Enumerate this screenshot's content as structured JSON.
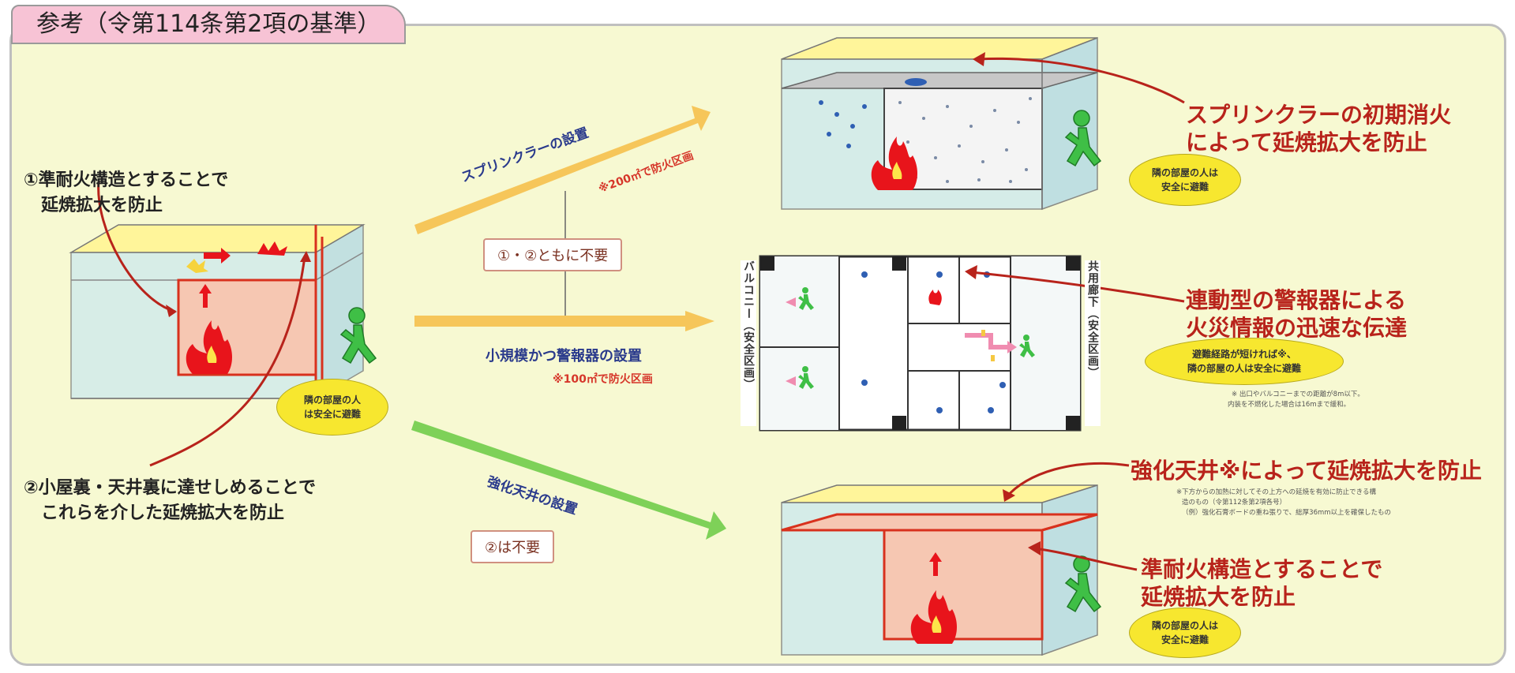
{
  "title": "参考（令第114条第2項の基準）",
  "left": {
    "label1_line1": "①準耐火構造とすることで",
    "label1_line2": "延焼拡大を防止",
    "label2_line1": "②小屋裏・天井裏に達せしめることで",
    "label2_line2": "これらを介した延焼拡大を防止",
    "bubble_line1": "隣の部屋の人",
    "bubble_line2": "は安全に避難"
  },
  "arrows": {
    "sprinkler_label": "スプリンクラーの設置",
    "sprinkler_note": "※200㎡で防火区画",
    "both_unneeded": "①・②ともに不要",
    "alarm_label": "小規模かつ警報器の設置",
    "alarm_note": "※100㎡で防火区画",
    "ceiling_label": "強化天井の設置",
    "ceiling_unneeded": "②は不要"
  },
  "top_right": {
    "caption_line1": "スプリンクラーの初期消火",
    "caption_line2": "によって延焼拡大を防止",
    "bubble_line1": "隣の部屋の人は",
    "bubble_line2": "安全に避難"
  },
  "middle_right": {
    "caption_line1": "連動型の警報器による",
    "caption_line2": "火災情報の迅速な伝達",
    "balcony_label": "バルコニー（安全区画）",
    "corridor_label": "共用廊下（安全区画）",
    "bubble_line1": "避難経路が短ければ※、",
    "bubble_line2": "隣の部屋の人は安全に避難",
    "footnote_line1": "※ 出口やバルコニーまでの距離が8m以下。",
    "footnote_line2": "内装を不燃化した場合は16mまで緩和。"
  },
  "bottom_right": {
    "caption_top": "強化天井※によって延焼拡大を防止",
    "footnote_line1": "※下方からの加熱に対してその上方への延焼を有効に防止できる構",
    "footnote_line2": "造のもの（令第112条第2項各号）",
    "footnote_line3": "（例）強化石膏ボードの重ね張りで、総厚36mm以上を確保したもの",
    "caption_line1": "準耐火構造とすることで",
    "caption_line2": "延焼拡大を防止",
    "bubble_line1": "隣の部屋の人は",
    "bubble_line2": "安全に避難"
  },
  "colors": {
    "panel_bg": "#f7f9d2",
    "title_tab_bg": "#f7c3d5",
    "arrow_orange": "#f6c65a",
    "arrow_green": "#7ed158",
    "caption_red": "#b8231b",
    "label_blue": "#2a3a8c",
    "person_green": "#3fbf46",
    "fire_red": "#e8141b",
    "bubble_yellow": "#f7e72f"
  },
  "icons": [
    "fire-icon",
    "running-person-icon",
    "sprinkler-icon",
    "alarm-icon",
    "arrow-icon"
  ]
}
